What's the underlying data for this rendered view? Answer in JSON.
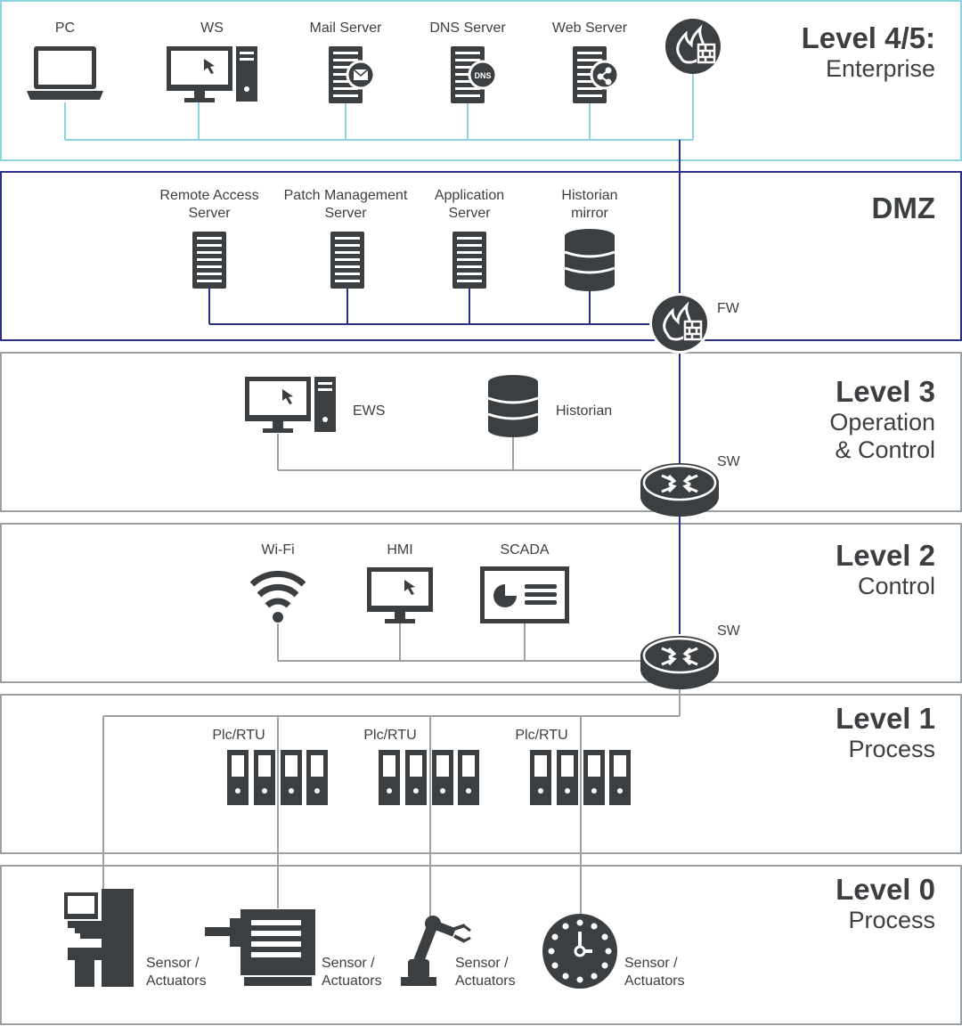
{
  "zones": {
    "enterprise": {
      "level": "Level 4/5:",
      "subtitle": "Enterprise",
      "color": "#8ed3e0"
    },
    "dmz": {
      "level": "DMZ",
      "color": "#2a2f8a"
    },
    "level3": {
      "level": "Level 3",
      "subtitle_1": "Operation",
      "subtitle_2": "& Control",
      "color": "#9ea1a3"
    },
    "level2": {
      "level": "Level 2",
      "subtitle": "Control",
      "color": "#9ea1a3"
    },
    "level1": {
      "level": "Level 1",
      "subtitle": "Process",
      "color": "#9ea1a3"
    },
    "level0": {
      "level": "Level 0",
      "subtitle": "Process",
      "color": "#9ea1a3"
    }
  },
  "enterprise_devices": [
    "PC",
    "WS",
    "Mail Server",
    "DNS Server",
    "Web Server"
  ],
  "dmz_devices": [
    {
      "line1": "Remote Access",
      "line2": "Server"
    },
    {
      "line1": "Patch Management",
      "line2": "Server"
    },
    {
      "line1": "Application",
      "line2": "Server"
    },
    {
      "line1": "Historian",
      "line2": "mirror"
    }
  ],
  "dns_badge": "DNS",
  "firewall_label": "FW",
  "level3_devices": [
    "EWS",
    "Historian"
  ],
  "switch_label": "SW",
  "level2_devices": [
    "Wi-Fi",
    "HMI",
    "SCADA"
  ],
  "plc_label": "Plc/RTU",
  "sensor_label": {
    "line1": "Sensor /",
    "line2": "Actuators"
  },
  "colors": {
    "icon": "#3c3f42",
    "enterprise_link": "#8ed3e0",
    "dmz_link": "#2a2f8a",
    "process_link": "#9ea1a3",
    "background": "#ffffff"
  }
}
